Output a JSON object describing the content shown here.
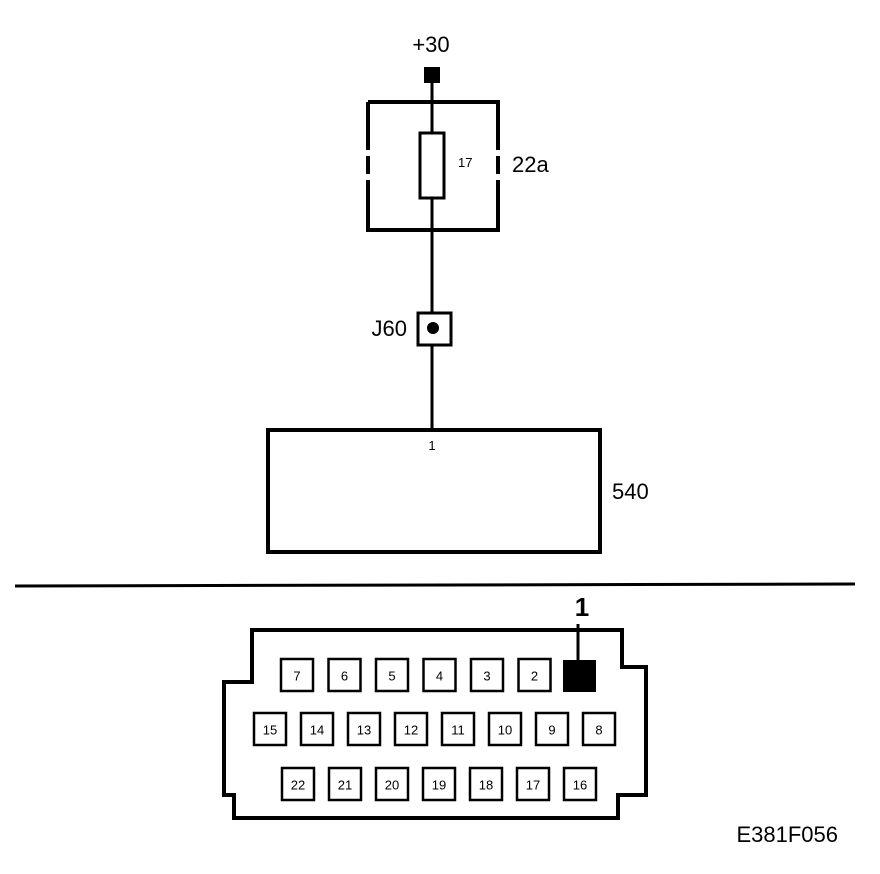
{
  "supply": {
    "label": "+30"
  },
  "fuse_block": {
    "label": "22a",
    "fuse_number": "17"
  },
  "junction": {
    "label": "J60"
  },
  "module": {
    "label": "540",
    "pin_label": "1"
  },
  "connector": {
    "pin1_label": "1",
    "row1": [
      "7",
      "6",
      "5",
      "4",
      "3",
      "2"
    ],
    "row2": [
      "15",
      "14",
      "13",
      "12",
      "11",
      "10",
      "9",
      "8"
    ],
    "row3": [
      "22",
      "21",
      "20",
      "19",
      "18",
      "17",
      "16"
    ]
  },
  "figure_code": "E381F056"
}
